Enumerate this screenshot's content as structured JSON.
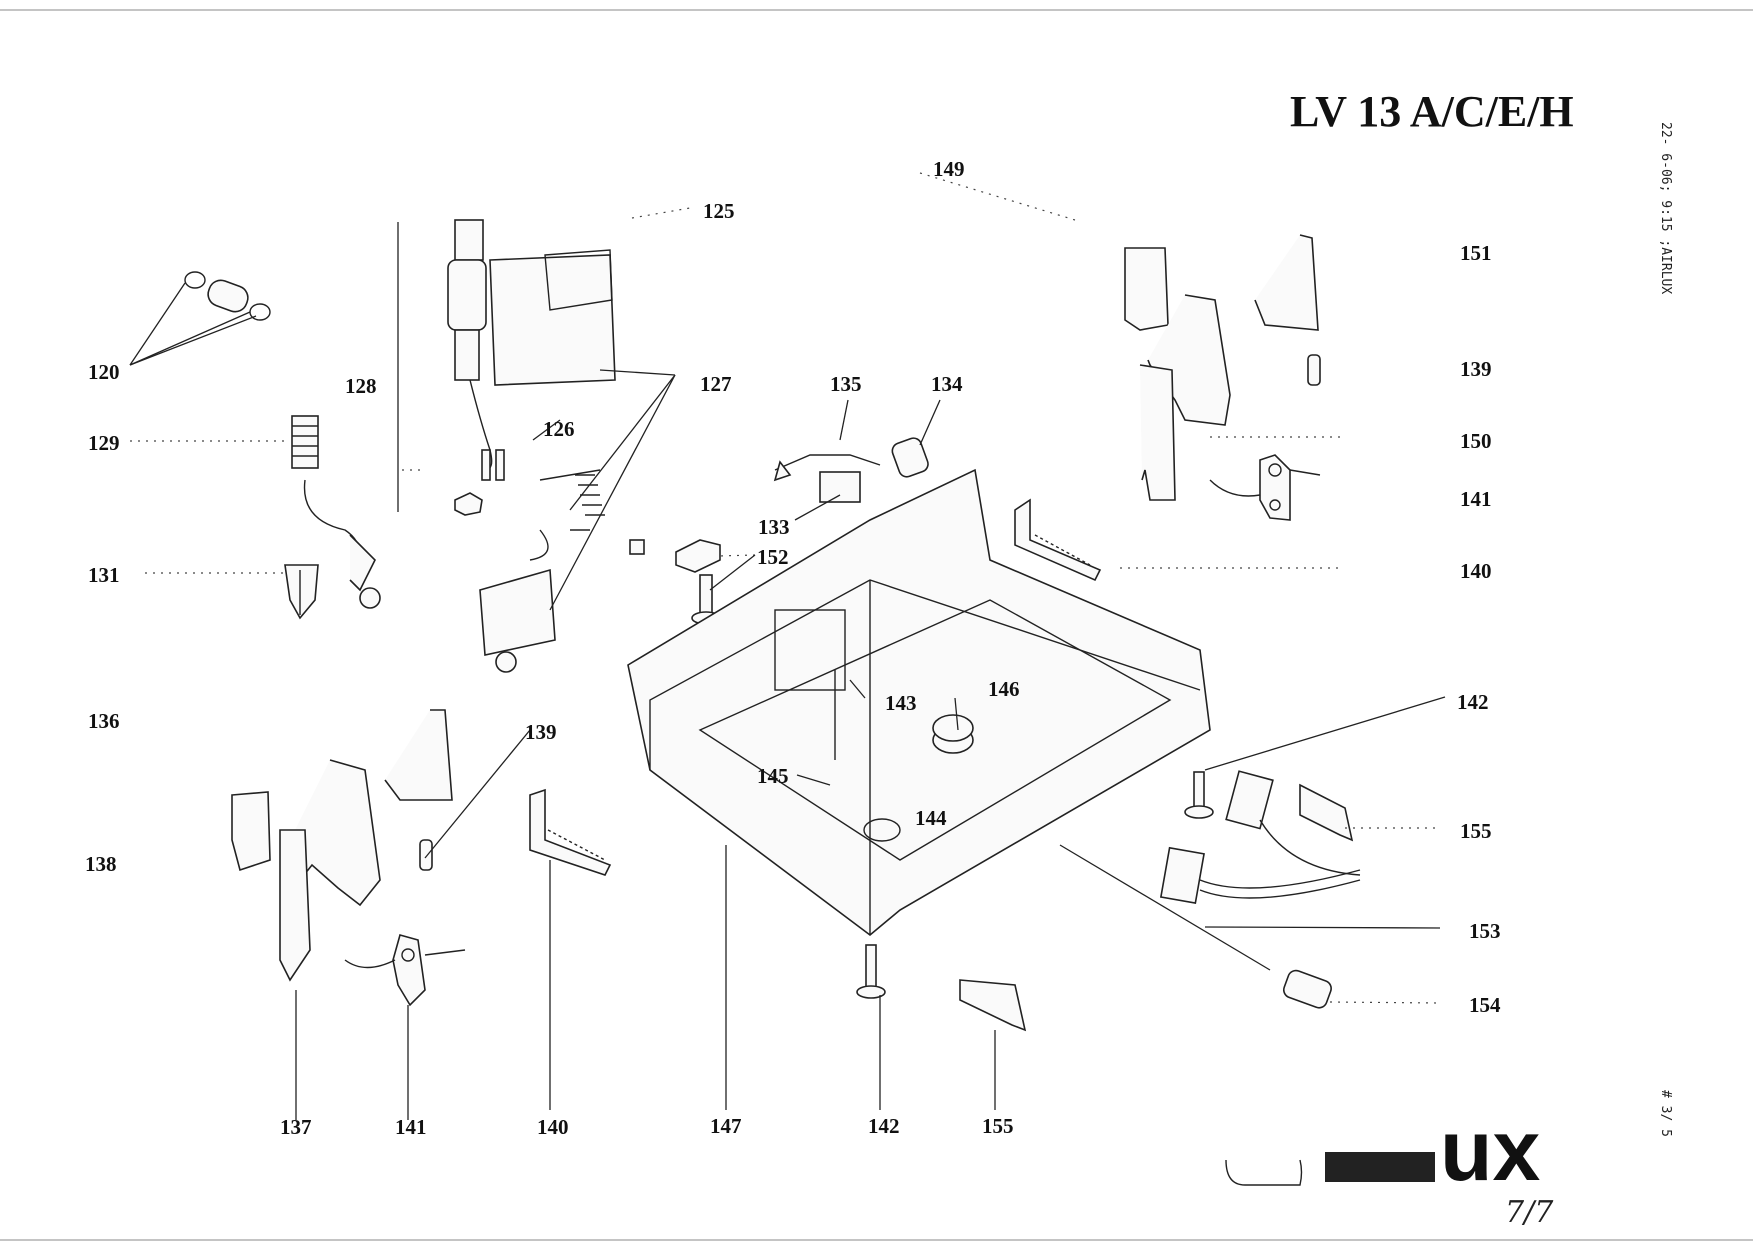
{
  "title": "LV 13 A/C/E/H",
  "fax_header": "22- 6-06; 9:15 ;AIRLUX",
  "page_number": "# 3/ 5",
  "brand_fragment": "ux",
  "handwritten_note": "7/7",
  "callouts": {
    "c120": "120",
    "c125": "125",
    "c126": "126",
    "c127": "127",
    "c128": "128",
    "c129": "129",
    "c131": "131",
    "c133": "133",
    "c134": "134",
    "c135": "135",
    "c136": "136",
    "c137": "137",
    "c138": "138",
    "c139a": "139",
    "c139b": "139",
    "c140a": "140",
    "c140b": "140",
    "c141a": "141",
    "c141b": "141",
    "c142a": "142",
    "c142b": "142",
    "c143": "143",
    "c144": "144",
    "c145": "145",
    "c146": "146",
    "c147": "147",
    "c149": "149",
    "c150": "150",
    "c151": "151",
    "c152": "152",
    "c153": "153",
    "c154": "154",
    "c155a": "155",
    "c155b": "155"
  }
}
